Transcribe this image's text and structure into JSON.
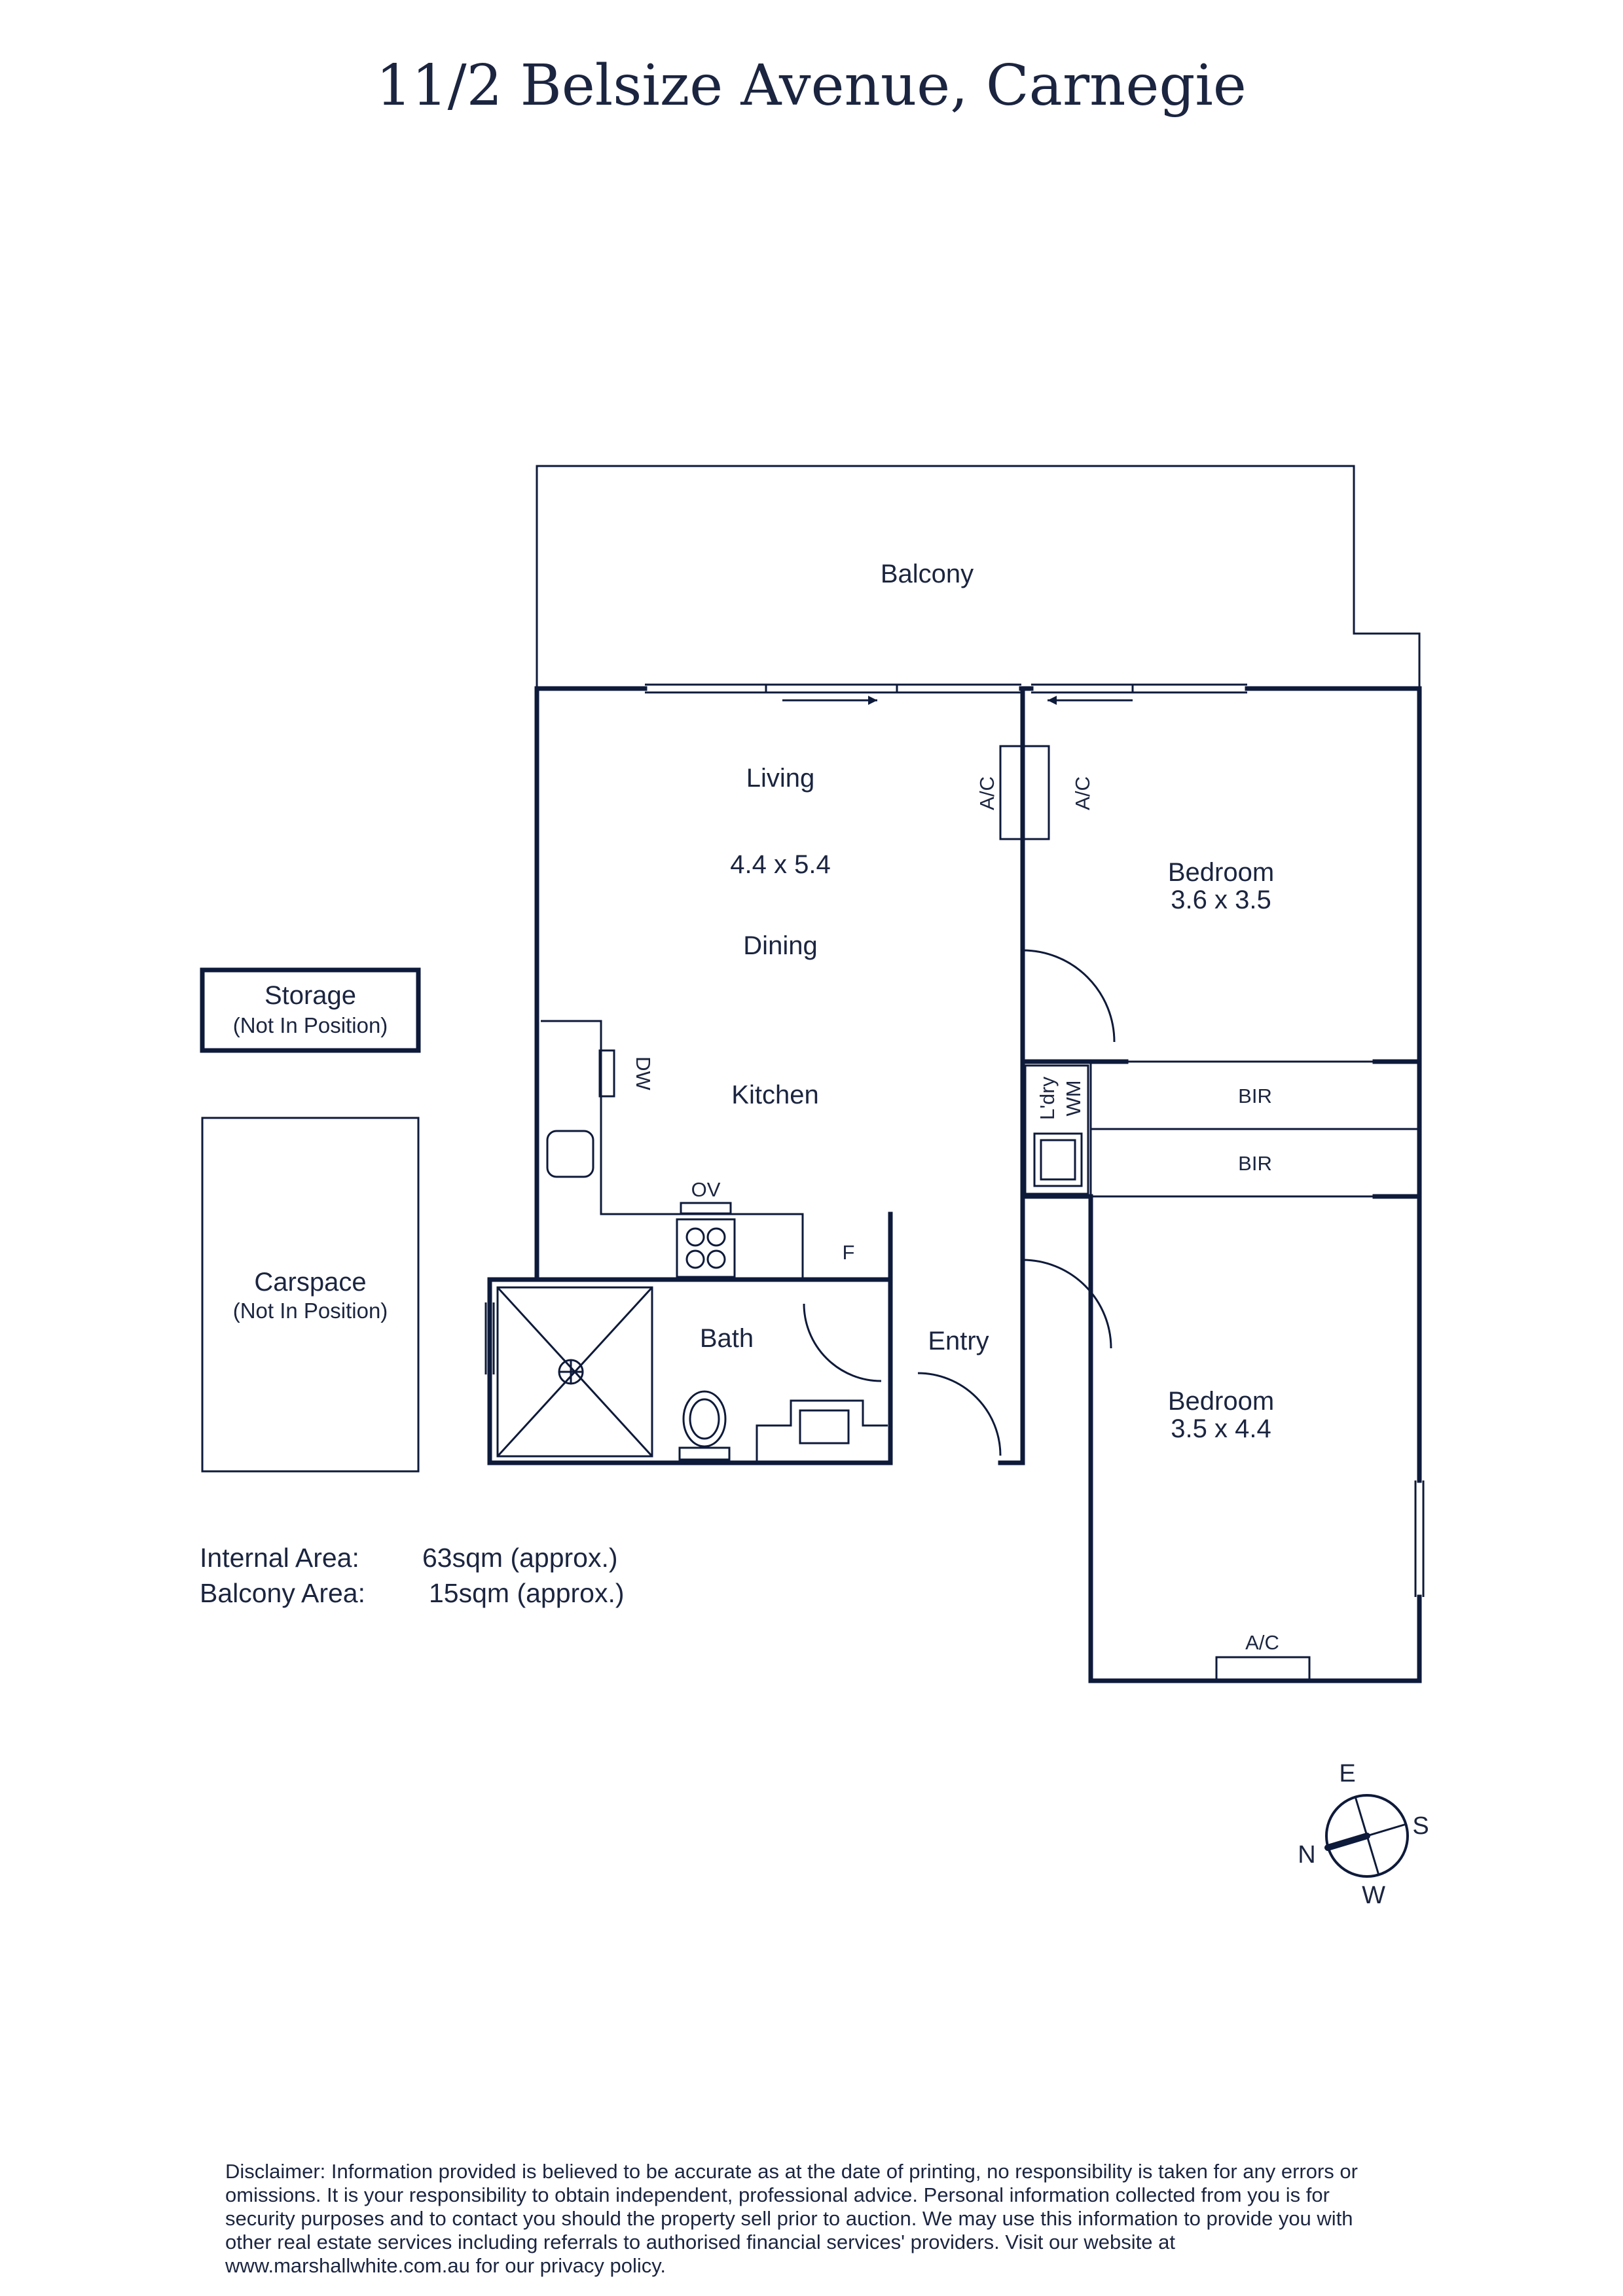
{
  "title": "11/2 Belsize Avenue, Carnegie",
  "rooms": {
    "balcony": "Balcony",
    "living": "Living",
    "living_dims": "4.4 x 5.4",
    "dining": "Dining",
    "kitchen": "Kitchen",
    "bedroom1": "Bedroom",
    "bedroom1_dims": "3.6 x 3.5",
    "bedroom2": "Bedroom",
    "bedroom2_dims": "3.5 x 4.4",
    "bath": "Bath",
    "entry": "Entry",
    "laundry": "L'dry",
    "storage": "Storage",
    "storage_note": "(Not In Position)",
    "carspace": "Carspace",
    "carspace_note": "(Not In Position)"
  },
  "fixtures": {
    "ac_living": "A/C",
    "ac_bedroom1": "A/C",
    "ac_bedroom2": "A/C",
    "dishwasher": "DW",
    "oven": "OV",
    "fridge": "F",
    "washing_machine": "WM",
    "bir_upper": "BIR",
    "bir_lower": "BIR"
  },
  "areas": [
    {
      "label": "Internal Area:",
      "value": "63sqm (approx.)"
    },
    {
      "label": "Balcony Area:",
      "value": "15sqm (approx.)"
    }
  ],
  "compass": {
    "north": "N",
    "east": "E",
    "south": "S",
    "west": "W"
  },
  "disclaimer": "Disclaimer: Information provided is believed to be accurate as at the date of printing, no responsibility is taken for any errors or omissions. It is your responsibility to obtain independent, professional advice. Personal information collected from you is for security purposes and to contact you should the property sell prior to auction. We may use this information to provide you with other real estate services including referrals to authorised financial services' providers. Visit our website at www.marshallwhite.com.au for our privacy policy.",
  "colors": {
    "ink": "#0e1a3a",
    "text": "#1b2540",
    "background": "#ffffff"
  }
}
